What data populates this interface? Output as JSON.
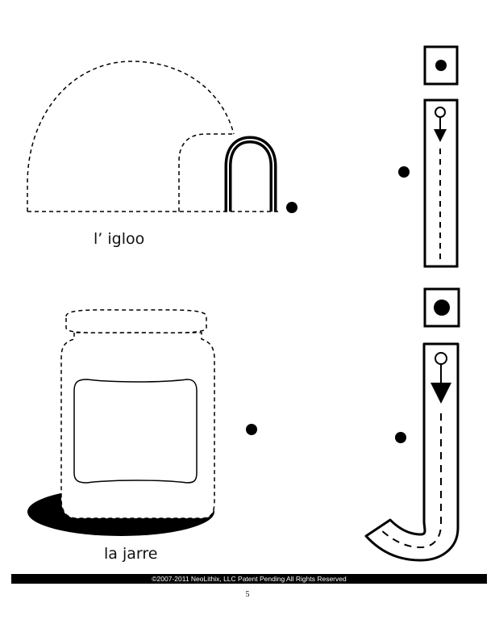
{
  "worksheet": {
    "items": [
      {
        "label": "l’ igloo"
      },
      {
        "label": "la jarre"
      }
    ]
  },
  "footer": {
    "copyright": "©2007-2011  NeoLithix, LLC  Patent Pending  All Rights Reserved",
    "page_number": "5"
  }
}
